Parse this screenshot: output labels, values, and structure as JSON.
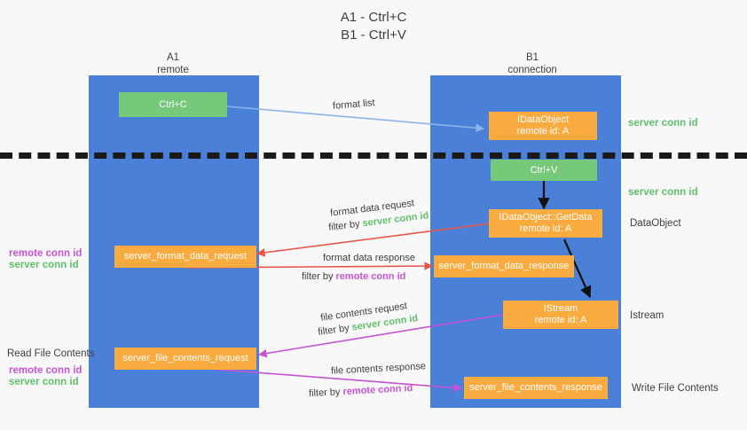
{
  "title": "A1 - Ctrl+C\nB1 - Ctrl+V",
  "colors": {
    "lane": "#4a80d8",
    "orange": "#f9ab40",
    "green": "#76c87a",
    "server_conn_id": "#5fbf6a",
    "remote_conn_id": "#c653d4",
    "arrow_blue": "#8ab4e8",
    "arrow_red": "#e8564a",
    "arrow_purple": "#c653d4",
    "arrow_black": "#111111",
    "background": "#f8f8f8"
  },
  "columns": [
    {
      "name": "A1",
      "sub": "remote",
      "label": "A1\nremote"
    },
    {
      "name": "B1",
      "sub": "connection",
      "label": "B1\nconnection"
    }
  ],
  "boxes": {
    "ctrl_c": "Ctrl+C",
    "ctrl_v": "Ctrl+V",
    "data_object": "IDataObject\nremote id: A",
    "get_data": "IDataObject::GetData\nremote id: A",
    "istream": "IStream\nremote id: A",
    "server_format_data_request": "server_format_data_request",
    "server_format_data_response": "server_format_data_response",
    "server_file_contents_request": "server_file_contents_request",
    "server_file_contents_response": "server_file_contents_response"
  },
  "right_labels": {
    "server_conn_id_top": "server conn id",
    "server_conn_id_mid": "server conn id",
    "data_object": "DataObject",
    "istream": "Istream",
    "write_file_contents": "Write File Contents"
  },
  "left_labels": {
    "remote_conn_id_1": "remote conn id",
    "server_conn_id_1": "server conn id",
    "read_file_contents": "Read File Contents",
    "remote_conn_id_2": "remote conn id",
    "server_conn_id_2": "server conn id"
  },
  "arrow_labels": {
    "format_list": "format list",
    "format_data_request": "format data request",
    "format_data_request_filter_prefix": "filter by ",
    "format_data_request_filter_value": "server conn id",
    "format_data_response": "format data response",
    "format_data_response_filter_prefix": "filter by ",
    "format_data_response_filter_value": "remote conn id",
    "file_contents_request": "file contents request",
    "file_contents_request_filter_prefix": "filter by ",
    "file_contents_request_filter_value": "server conn id",
    "file_contents_response": "file contents response",
    "file_contents_response_filter_prefix": "filter by ",
    "file_contents_response_filter_value": "remote conn id"
  }
}
